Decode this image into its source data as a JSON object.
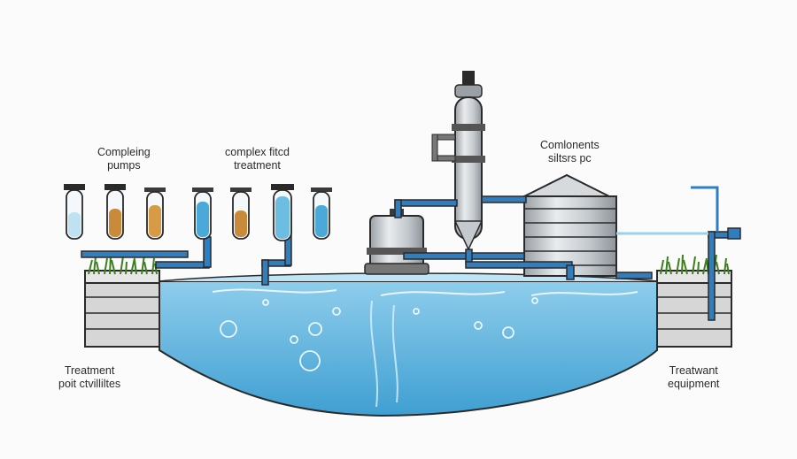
{
  "labels": {
    "top_left": {
      "line1": "Compleing",
      "line2": "pumps"
    },
    "top_center": {
      "line1": "complex fitcd",
      "line2": "treatment"
    },
    "top_right": {
      "line1": "Comlonents",
      "line2": "siltsrs pc"
    },
    "bottom_left": {
      "line1": "Treatment",
      "line2": "poit ctvilliltes"
    },
    "bottom_right": {
      "line1": "Treatwant",
      "line2": "equipment"
    }
  },
  "colors": {
    "water": "#4aa9d8",
    "water_light": "#9ad2ee",
    "pipe": "#2f7fc0",
    "metal": "#c9cdd1",
    "metal_dark": "#8a9096",
    "grass": "#4f9a2c",
    "box": "#c9c9c9",
    "outline": "#2a2a2a",
    "sediment": "#c98a3a"
  },
  "icons": {
    "filter_tube": "test-tube-icon",
    "pump": "pump-icon",
    "uv_filter": "cylinder-filter-icon",
    "tank": "storage-tank-icon",
    "grass": "grass-icon",
    "bubble": "bubble-icon"
  }
}
